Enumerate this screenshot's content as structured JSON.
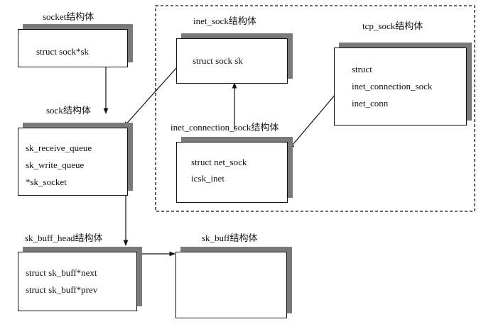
{
  "socket": {
    "title": "socket结构体",
    "fields": [
      "struct sock*sk"
    ]
  },
  "sock": {
    "title": "sock结构体",
    "fields": [
      "sk_receive_queue",
      "sk_write_queue",
      "*sk_socket"
    ]
  },
  "inet_sock": {
    "title": "inet_sock结构体",
    "fields": [
      "struct sock sk"
    ]
  },
  "inet_connection_sock": {
    "title": "inet_connection_sock结构体",
    "fields": [
      "struct net_sock",
      "icsk_inet"
    ]
  },
  "tcp_sock": {
    "title": "tcp_sock结构体",
    "fields": [
      "struct",
      "inet_connection_sock",
      "inet_conn"
    ]
  },
  "sk_buff_head": {
    "title": "sk_buff_head结构体",
    "fields": [
      "struct sk_buff*next",
      "struct sk_buff*prev"
    ]
  },
  "sk_buff": {
    "title": "sk_buff结构体",
    "fields": []
  }
}
